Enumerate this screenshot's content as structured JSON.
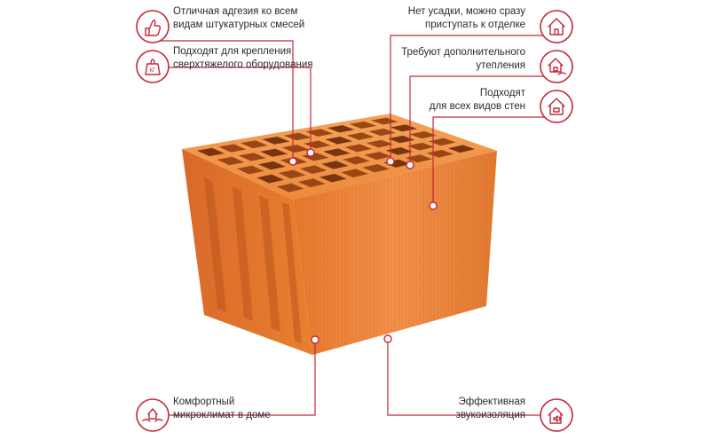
{
  "features": [
    {
      "id": "adhesion",
      "icon": "thumbs-up-icon",
      "lines": [
        "Отличная адгезия ко всем",
        "видам штукатурных смесей"
      ]
    },
    {
      "id": "heavy",
      "icon": "weight-kg-icon",
      "weight_label": "КГ",
      "lines": [
        "Подходят для крепления",
        "сверхтяжелого оборудования"
      ]
    },
    {
      "id": "no-shrink",
      "icon": "house-icon",
      "lines": [
        "Нет усадки, можно сразу",
        "приступать к отделке"
      ]
    },
    {
      "id": "no-insulation",
      "icon": "house-hand-icon",
      "lines": [
        "Требуют дополнительного",
        "утепления"
      ]
    },
    {
      "id": "all-walls",
      "icon": "house-outline-icon",
      "lines": [
        "Подходят",
        "для всех видов стен"
      ]
    },
    {
      "id": "microclimate",
      "icon": "house-hands-icon",
      "lines": [
        "Комфортный",
        "микроклимат в доме"
      ]
    },
    {
      "id": "sound",
      "icon": "house-sound-icon",
      "lines": [
        "Эффективная",
        "звукоизоляция"
      ]
    }
  ],
  "colors": {
    "accent": "#c3283a",
    "brick_light": "#f08a3c",
    "brick_mid": "#e0752a",
    "brick_dark": "#b8541a",
    "text": "#2a2a2a"
  }
}
